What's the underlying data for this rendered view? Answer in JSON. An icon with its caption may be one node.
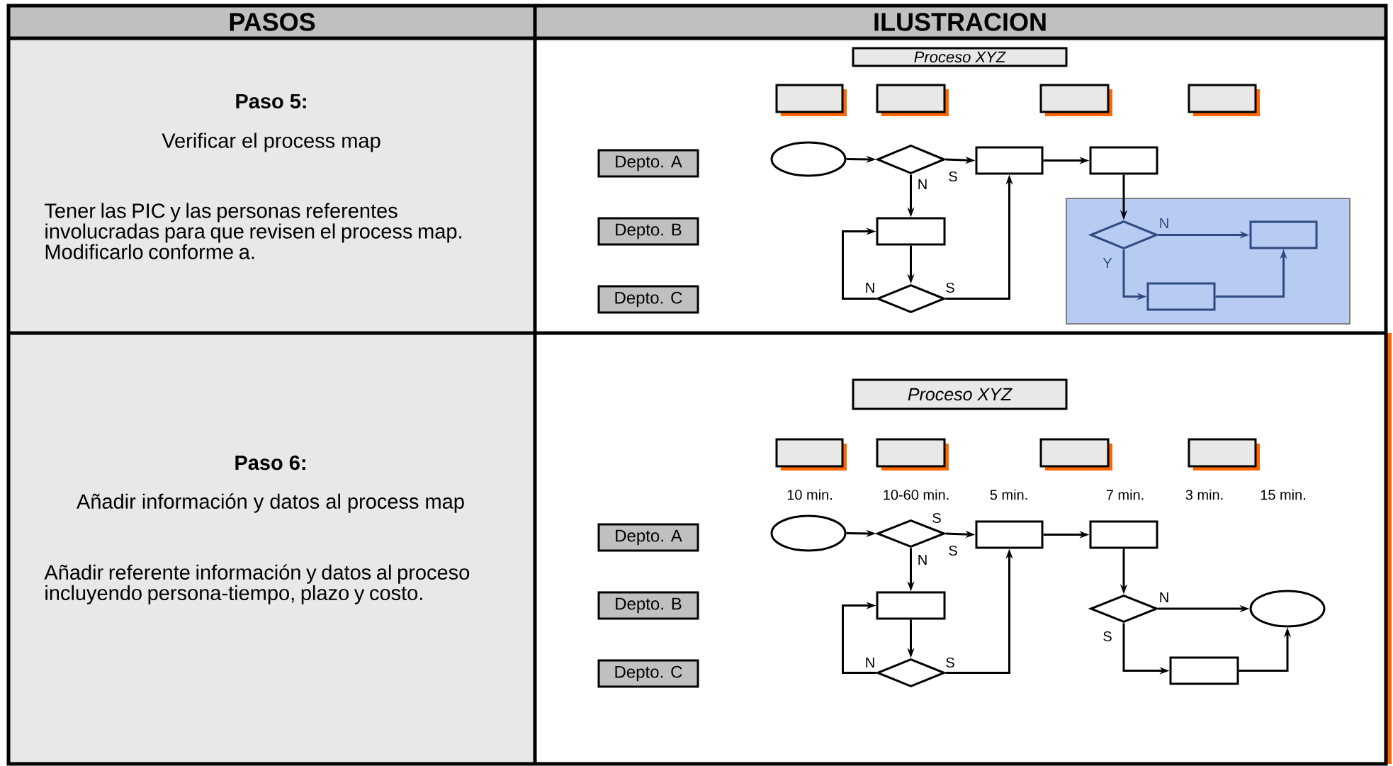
{
  "diagram": {
    "nodes": [
      {
        "text": [
          "Proceso XYZ"
        ]
      },
      {
        "text": [],
        "shape": "box"
      },
      {
        "text": [],
        "shape": "box"
      },
      {
        "text": [],
        "shape": "box"
      },
      {
        "text": [],
        "shape": "box"
      },
      {
        "text": [
          "Depto. A"
        ]
      },
      {
        "text": [
          "Depto. B"
        ]
      },
      {
        "text": [
          "Depto. C"
        ]
      },
      {
        "text": [],
        "shape": "ellipse"
      },
      {
        "text": [],
        "shape": "diamond"
      },
      {
        "text": [],
        "shape": "box"
      },
      {
        "text": [],
        "shape": "box"
      },
      {
        "text": [],
        "shape": "box"
      },
      {
        "text": [],
        "shape": "diamond"
      },
      {
        "text": [],
        "shape": "box"
      },
      {
        "text": [],
        "shape": "diamond",
        "in": 14
      },
      {
        "text": [],
        "shape": "box",
        "in": 14
      },
      {
        "text": [],
        "shape": "box",
        "in": 14
      },
      {
        "text": [
          "Proceso XYZ"
        ]
      },
      {
        "text": [],
        "shape": "box"
      },
      {
        "text": [],
        "shape": "box"
      },
      {
        "text": [],
        "shape": "box"
      },
      {
        "text": [],
        "shape": "box"
      },
      {
        "text": [
          "Depto. A"
        ]
      },
      {
        "text": [
          "Depto. B"
        ]
      },
      {
        "text": [
          "Depto. C"
        ]
      },
      {
        "text": [],
        "shape": "ellipse"
      },
      {
        "text": [],
        "shape": "diamond"
      },
      {
        "text": [],
        "shape": "box"
      },
      {
        "text": [],
        "shape": "box"
      },
      {
        "text": [],
        "shape": "box"
      },
      {
        "text": [],
        "shape": "diamond"
      },
      {
        "text": [],
        "shape": "diamond"
      },
      {
        "text": [],
        "shape": "ellipse"
      },
      {
        "text": [],
        "shape": "box"
      }
    ],
    "edges": [
      {
        "from": 8,
        "to": 9,
        "arrow": "to"
      },
      {
        "from": 9,
        "to": 10,
        "arrow": "to",
        "label": "S"
      },
      {
        "from": 9,
        "to": 12,
        "arrow": "to",
        "label": "N"
      },
      {
        "from": 10,
        "to": 11,
        "arrow": "to"
      },
      {
        "from": 12,
        "to": 13,
        "arrow": "to"
      },
      {
        "from": 13,
        "to": 12,
        "arrow": "to",
        "label": "N"
      },
      {
        "from": 13,
        "to": 10,
        "arrow": "to",
        "label": "S"
      },
      {
        "from": 11,
        "to": 15,
        "arrow": "to"
      },
      {
        "from": 15,
        "to": 16,
        "arrow": "to",
        "label": "N",
        "color": "#2f4a80"
      },
      {
        "from": 15,
        "to": 17,
        "arrow": "to",
        "label": "Y",
        "color": "#2f4a80"
      },
      {
        "from": 17,
        "to": 16,
        "arrow": "to",
        "color": "#2f4a80"
      },
      {
        "from": 26,
        "to": 27,
        "arrow": "to"
      },
      {
        "from": 27,
        "to": 28,
        "arrow": "to",
        "label": "S"
      },
      {
        "from": 27,
        "to": 30,
        "arrow": "to",
        "label": "N"
      },
      {
        "from": 28,
        "to": 29,
        "arrow": "to"
      },
      {
        "from": 30,
        "to": 31,
        "arrow": "to"
      },
      {
        "from": 31,
        "to": 30,
        "arrow": "to",
        "label": "N"
      },
      {
        "from": 31,
        "to": 28,
        "arrow": "to",
        "label": "S"
      },
      {
        "from": 29,
        "to": 32,
        "arrow": "to"
      },
      {
        "from": 32,
        "to": 33,
        "arrow": "to",
        "label": "N"
      },
      {
        "from": 32,
        "to": 34,
        "arrow": "to",
        "label": "S"
      },
      {
        "from": 34,
        "to": 33,
        "arrow": "to"
      }
    ],
    "labels": [
      "PASOS",
      "ILUSTRACION",
      "Paso 5:",
      "Verificar el process map",
      "Tener las PIC y las personas referentes involucradas para que revisen el process map. Modificarlo conforme a.",
      "Paso 6:",
      "Añadir información y datos al process map",
      "Añadir referente información y datos al proceso incluyendo persona-tiempo, plazo y costo.",
      "10 min.",
      "10-60 min.",
      "5 min.",
      "7 min.",
      "3 min.",
      "15 min.",
      "S"
    ]
  }
}
